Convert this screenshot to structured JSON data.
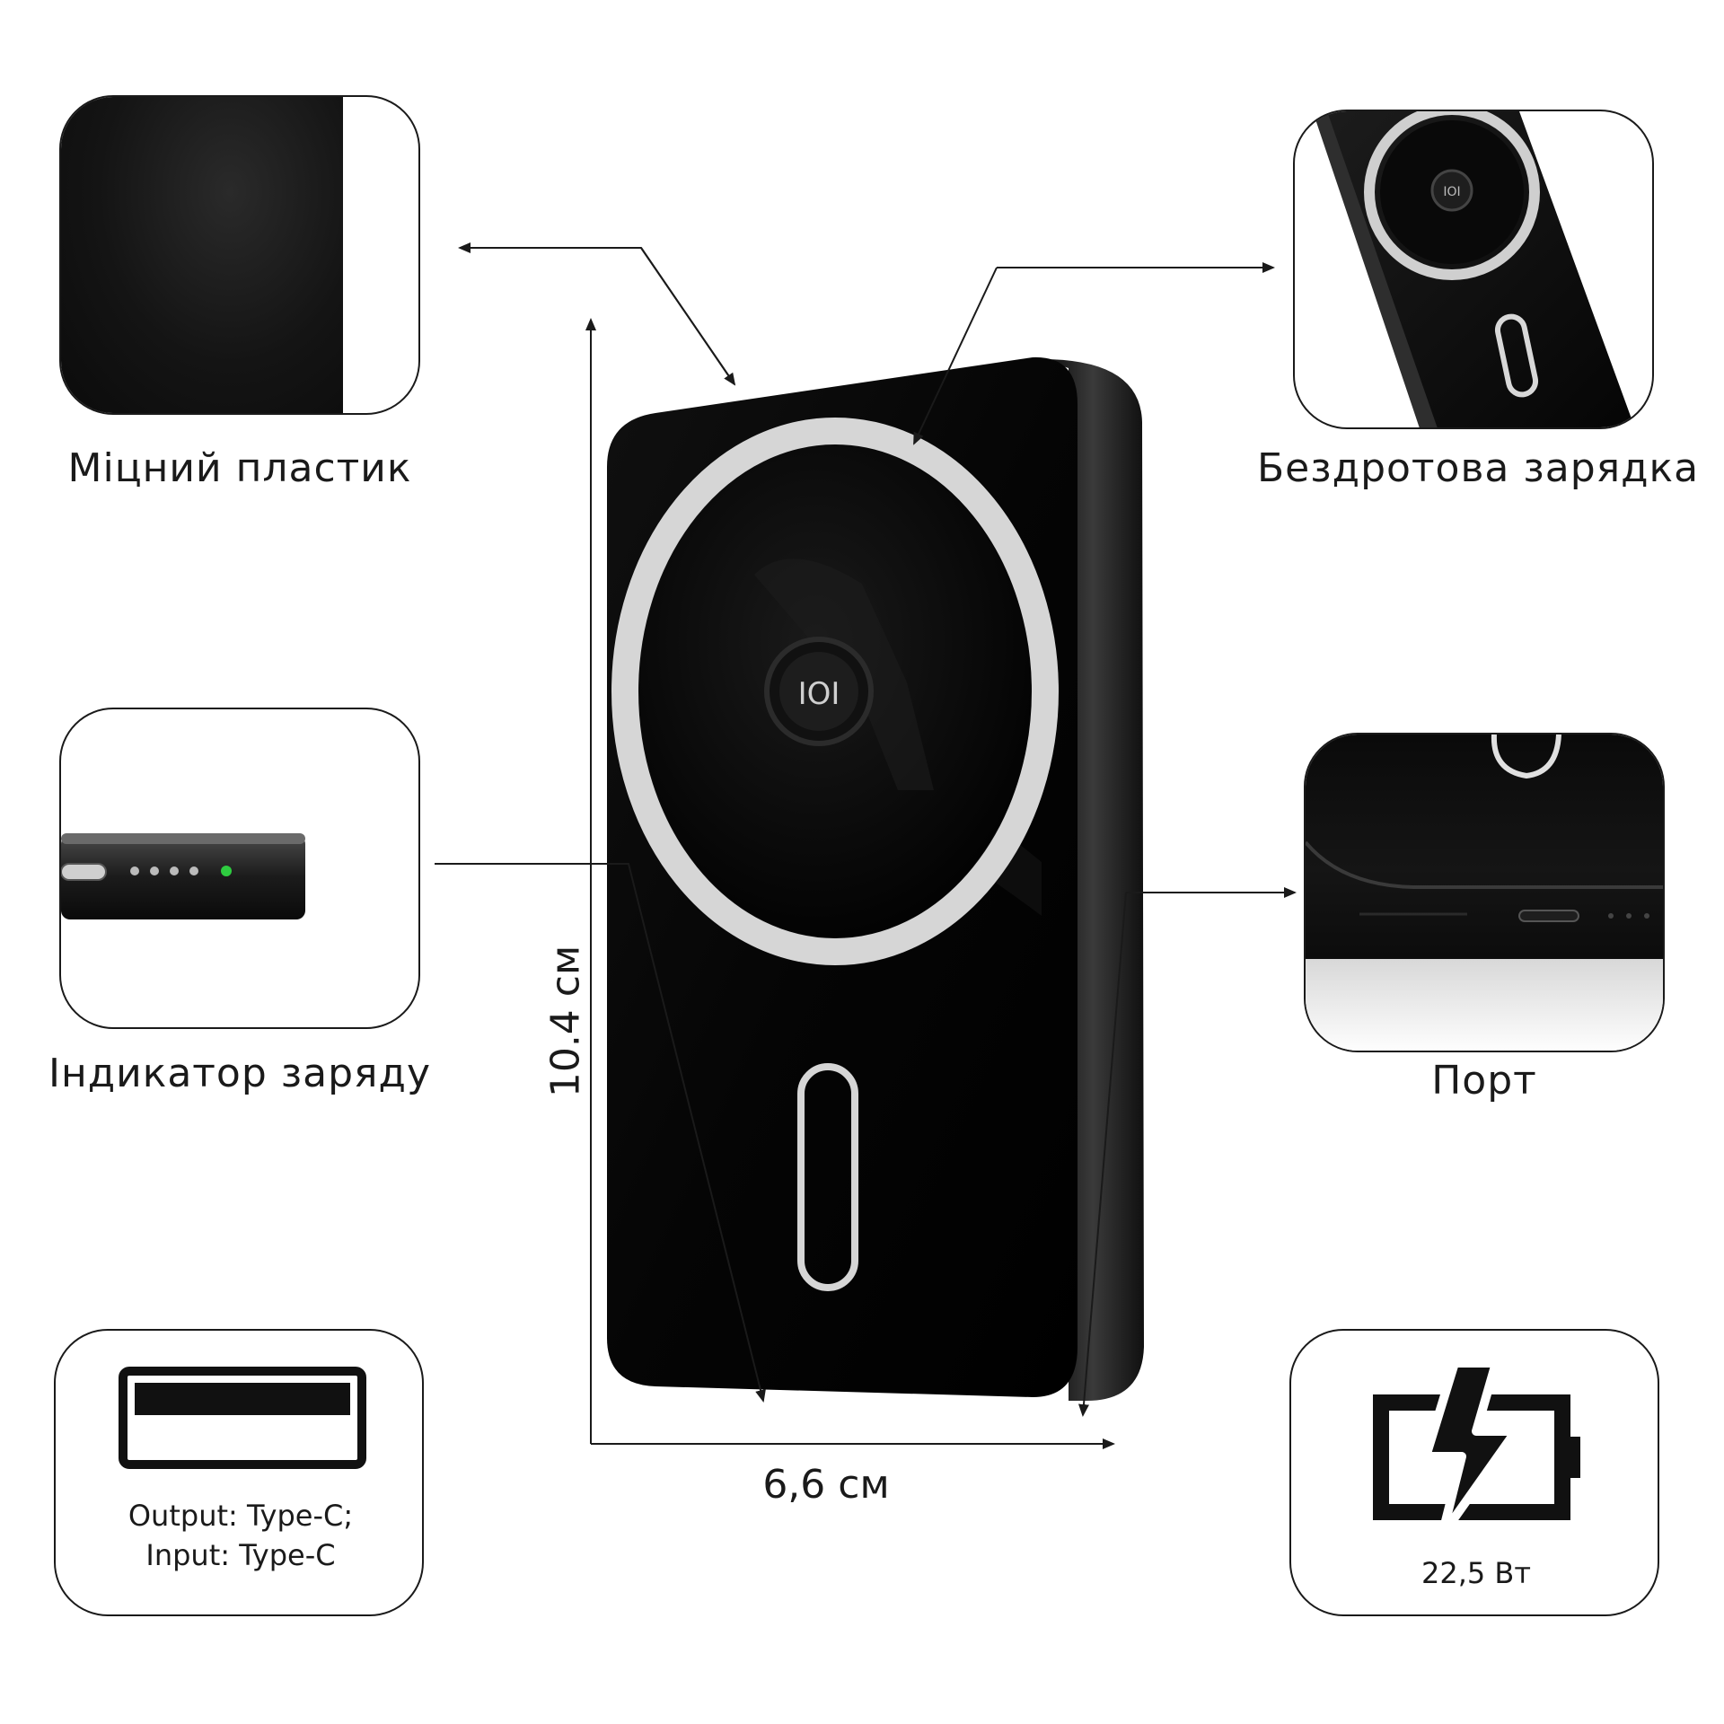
{
  "features": {
    "plastic": {
      "label": "Міцний пластик"
    },
    "wireless": {
      "label": "Бездротова зарядка"
    },
    "indicator": {
      "label": "Індикатор заряду"
    },
    "port": {
      "label": "Порт"
    },
    "interface": {
      "line1": "Output: Type-C;",
      "line2": "Input: Type-C"
    },
    "power": {
      "label": "22,5 Вт"
    }
  },
  "device": {
    "logo_text": "IOI"
  },
  "dimensions": {
    "height": "10.4 см",
    "width": "6,6 см"
  },
  "colors": {
    "device_body": "#050505",
    "ring": "#d6d6d6",
    "indicator_led": "#2ecc40"
  }
}
